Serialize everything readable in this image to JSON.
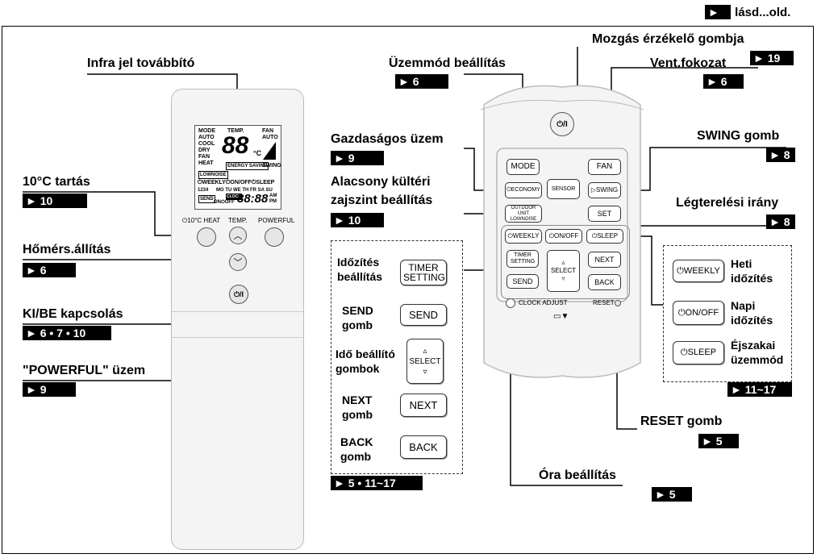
{
  "header": {
    "ref_marker": "►",
    "note": ": lásd...old."
  },
  "labels": {
    "infra": "Infra jel továbbító",
    "heat10": "10°C tartás",
    "heat10_ref": "► 10",
    "temp": "Hőmérs.állítás",
    "temp_ref": "► 6",
    "onoff": "KI/BE kapcsolás",
    "onoff_ref": "► 6 • 7 • 10",
    "powerful": "\"POWERFUL\" üzem",
    "powerful_ref": "► 9",
    "mode": "Üzemmód beállítás",
    "mode_ref": "► 6",
    "motion": "Mozgás érzékelő gombja",
    "motion_ref": "► 19",
    "fan": "Vent.fokozat",
    "fan_ref": "► 6",
    "economy": "Gazdaságos üzem",
    "economy_ref": "► 9",
    "swing": "SWING gomb",
    "swing_ref": "► 8",
    "lownoise_1": "Alacsony kültéri",
    "lownoise_2": "zajszint beállítás",
    "lownoise_ref": "► 10",
    "airflow": "Légterelési irány",
    "airflow_ref": "► 8",
    "reset": "RESET gomb",
    "reset_ref": "► 5",
    "clock": "Óra beállítás",
    "clock_ref": "► 5"
  },
  "timer_box": {
    "items": [
      {
        "label_1": "Időzítés",
        "label_2": "beállítás",
        "button": "TIMER SETTING"
      },
      {
        "label_1": "SEND",
        "label_2": "gomb",
        "button": "SEND"
      },
      {
        "label_1": "Idő beállító",
        "label_2": "gombok",
        "button": "SELECT"
      },
      {
        "label_1": "NEXT",
        "label_2": "gomb",
        "button": "NEXT"
      },
      {
        "label_1": "BACK",
        "label_2": "gomb",
        "button": "BACK"
      }
    ],
    "ref": "► 5 • 11~17"
  },
  "weekly_box": {
    "items": [
      {
        "button": "⏻WEEKLY",
        "label_1": "Heti",
        "label_2": "időzítés"
      },
      {
        "button": "⏻ON/OFF",
        "label_1": "Napi",
        "label_2": "időzítés"
      },
      {
        "button": "⏻SLEEP",
        "label_1": "Éjszakai",
        "label_2": "üzemmód"
      }
    ],
    "ref": "► 11~17"
  },
  "remote_left": {
    "lcd": {
      "modes": [
        "MODE",
        "AUTO",
        "COOL",
        "DRY",
        "FAN",
        "HEAT"
      ],
      "temp_label": "TEMP.",
      "digits": "88",
      "unit": "°C",
      "fan_label": "FAN",
      "fan_mode": "AUTO",
      "energy": "ENERGY SAVING",
      "swing": "SWING",
      "lownoise": "LOWNOISE",
      "timer_row": "⏻WEEKLY⏻ON/OFF⏻SLEEP",
      "days": "MO TU WE TH FR SA SU",
      "program": "1234",
      "send": "SEND",
      "onoff": "ON⏻OFF",
      "clock": "CLOCK",
      "time_digits": "88:88",
      "ampm": "AM PM"
    },
    "btn_heat": "⏻10°C HEAT",
    "btn_temp": "TEMP.",
    "btn_powerful": "POWERFUL",
    "power_icon": "⏻/I"
  },
  "remote_right": {
    "power": "⏻/I",
    "mode": "MODE",
    "fan": "FAN",
    "economy": "⏻ECONOMY",
    "sensor": "SENSOR",
    "swing": "▷SWING",
    "lownoise": "OUTDOOR UNIT LOWNOISE",
    "set": "SET",
    "weekly": "⏻WEEKLY",
    "onoff": "⏻ON/OFF",
    "sleep": "⏻SLEEP",
    "timer": "TIMER SETTING",
    "select": "SELECT",
    "next": "NEXT",
    "send": "SEND",
    "back": "BACK",
    "clock": "CLOCK ADJUST",
    "reset": "RESET",
    "battery": "▭▼"
  }
}
